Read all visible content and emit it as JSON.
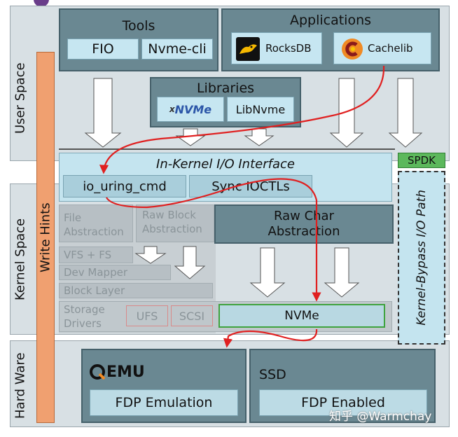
{
  "layers": {
    "user_space": "User Space",
    "kernel_space": "Kernel Space",
    "hard_ware": "Hard Ware"
  },
  "write_hints": "Write Hints",
  "tools": {
    "title": "Tools",
    "fio": "FIO",
    "nvme_cli": "Nvme-cli"
  },
  "applications": {
    "title": "Applications",
    "rocksdb": "RocksDB",
    "cachelib": "Cachelib"
  },
  "libraries": {
    "title": "Libraries",
    "xnvme": "NVMe",
    "xnvme_prefix": "x",
    "libnvme": "LibNvme"
  },
  "spdk": "SPDK",
  "kernel_bypass": "Kernel-Bypass I/O Path",
  "in_kernel": {
    "title": "In-Kernel I/O Interface",
    "io_uring_cmd": "io_uring_cmd",
    "sync_ioctls": "Sync IOCTLs"
  },
  "file_abstraction": "File Abstraction",
  "raw_block": "Raw Block Abstraction",
  "raw_char": "Raw Char Abstraction",
  "vfs_fs": "VFS + FS",
  "dev_mapper": "Dev Mapper",
  "block_layer": "Block Layer",
  "storage_drivers": "Storage Drivers",
  "ufs": "UFS",
  "scsi": "SCSI",
  "nvme": "NVMe",
  "qemu": {
    "logo": "EMU",
    "fdp": "FDP Emulation"
  },
  "ssd": {
    "title": "SSD",
    "fdp": "FDP Enabled"
  },
  "watermark": "知乎 @Warmchay",
  "colors": {
    "dark_box": "#6a8892",
    "light_box": "#c4e4ef",
    "ghost": "#b7bfc4",
    "spdk_green": "#5cb85c",
    "write_hints": "#f0a070",
    "arrow_red": "#e02020",
    "nvme_border": "#3fa33f"
  }
}
